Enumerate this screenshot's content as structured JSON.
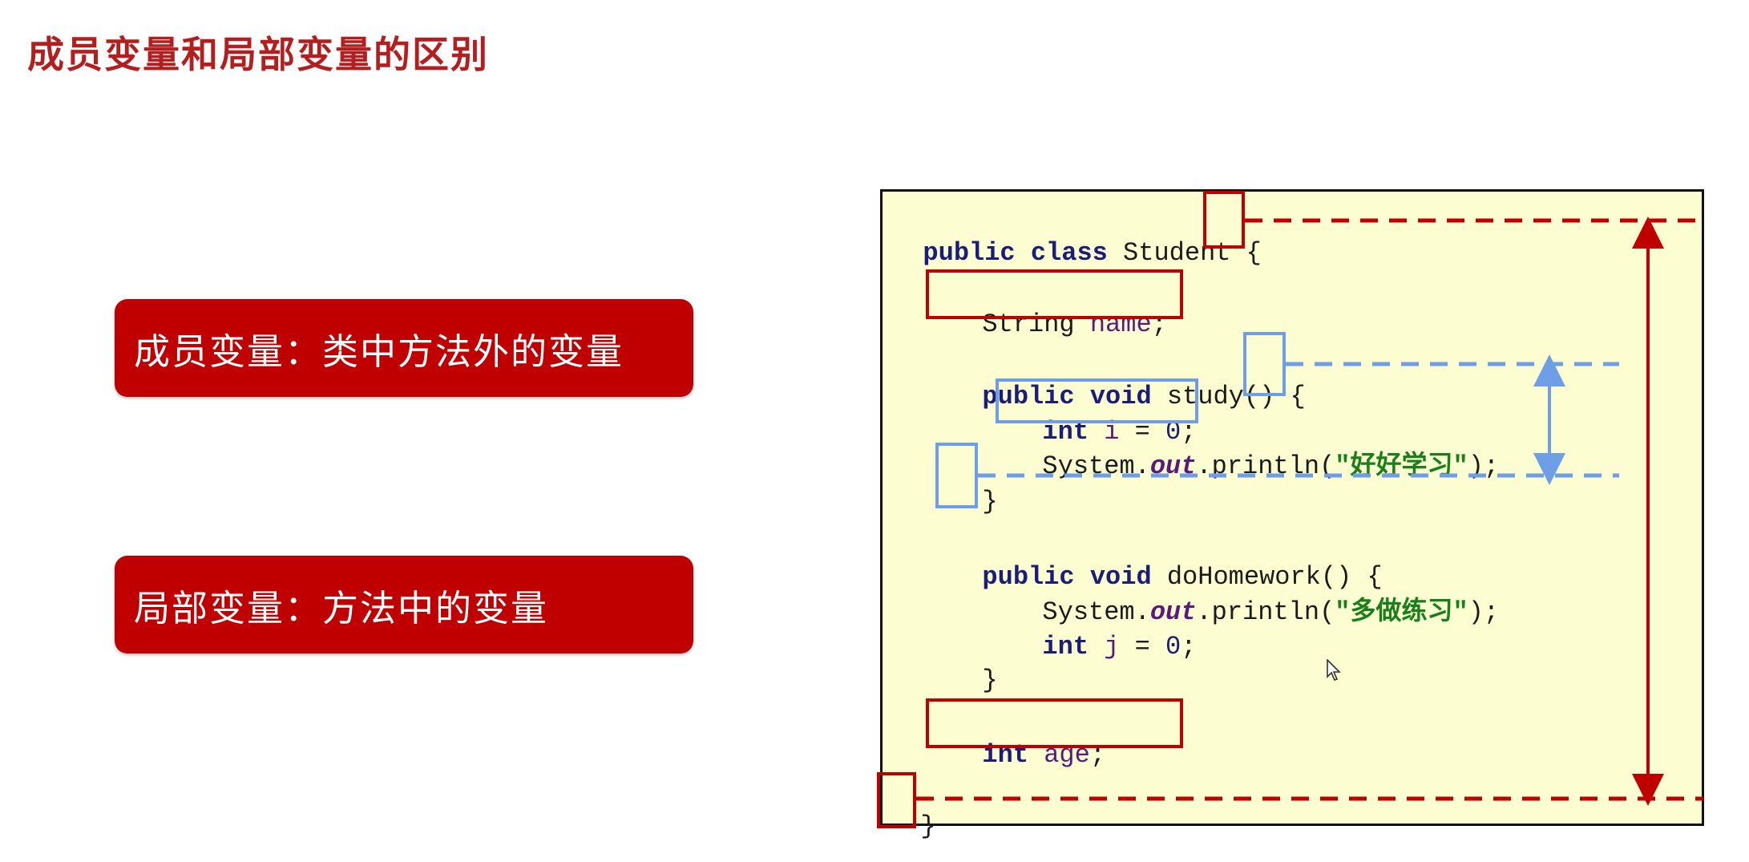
{
  "title": "成员变量和局部变量的区别",
  "callouts": {
    "member": "成员变量：类中方法外的变量",
    "local": "局部变量：方法中的变量"
  },
  "code": {
    "class_line": {
      "kw": "public class",
      "name": "Student",
      "brace": "{"
    },
    "field_name": {
      "type": "String",
      "name": "name",
      "end": ";"
    },
    "study_sig": {
      "kw": "public void",
      "name": "study()",
      "brace": "{"
    },
    "study_var": {
      "kw": "int",
      "name": "i",
      "eq": "=",
      "value": "0",
      "end": ";"
    },
    "study_print": {
      "obj": "System.",
      "out": "out",
      "method": ".println(",
      "str": "\"好好学习\"",
      "end": ");"
    },
    "study_close": "}",
    "hw_sig": {
      "kw": "public void",
      "name": "doHomework()",
      "brace": "{"
    },
    "hw_print": {
      "obj": "System.",
      "out": "out",
      "method": ".println(",
      "str": "\"多做练习\"",
      "end": ");"
    },
    "hw_var": {
      "kw": "int",
      "name": "j",
      "eq": "=",
      "value": "0",
      "end": ";"
    },
    "hw_close": "}",
    "field_age": {
      "kw": "int",
      "name": "age",
      "end": ";"
    },
    "class_close": "}"
  },
  "colors": {
    "accent_red": "#c00000",
    "scope_blue": "#6e9fe6",
    "code_bg": "#fdfdd2"
  },
  "icons": {
    "cursor": "mouse-pointer-icon"
  }
}
